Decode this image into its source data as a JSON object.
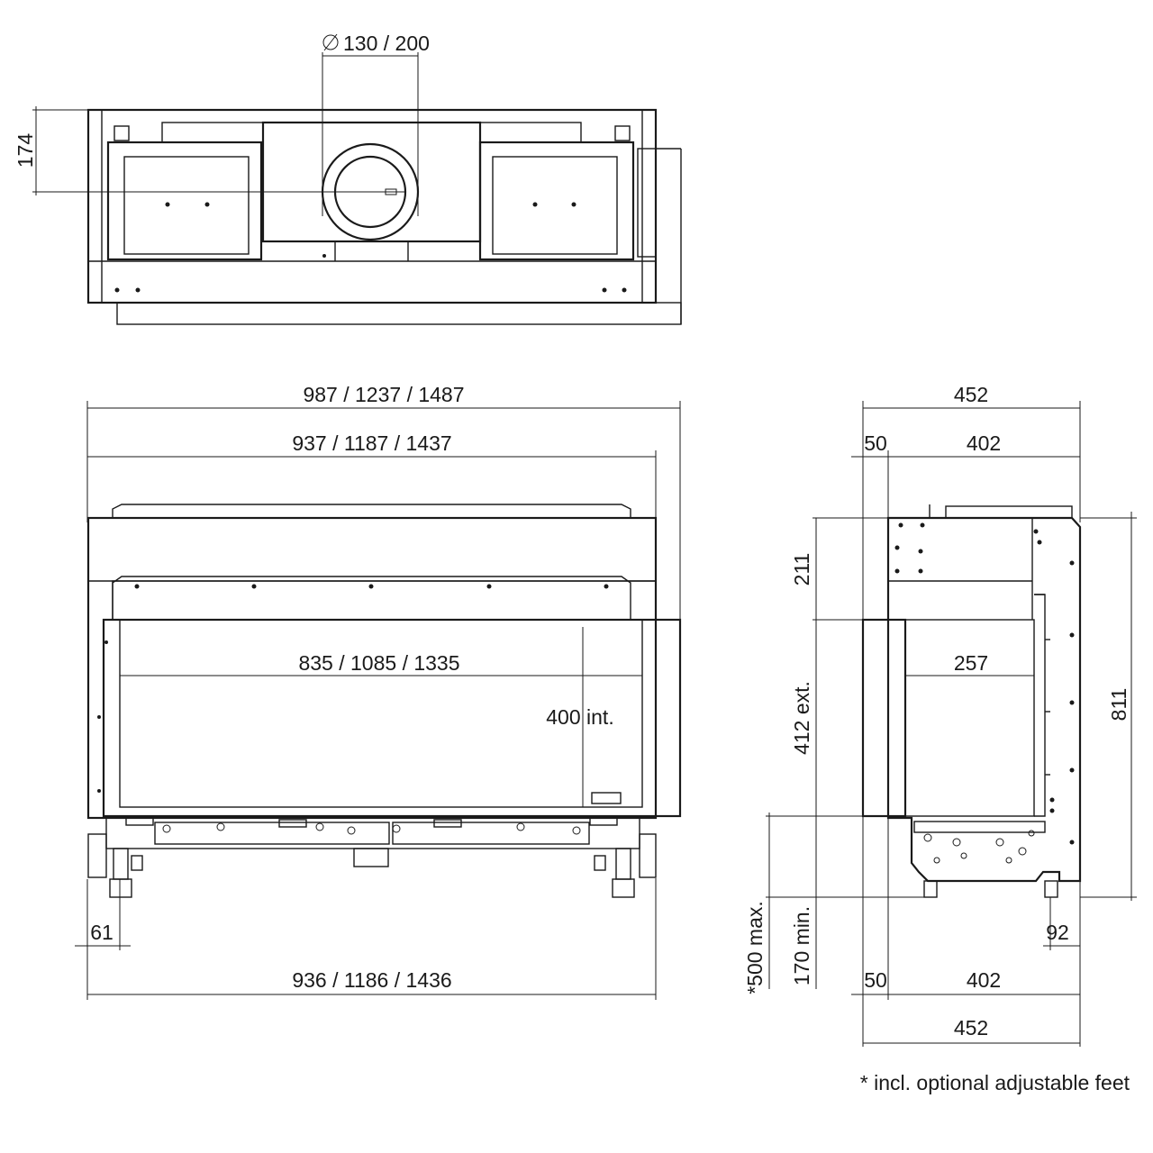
{
  "top_view": {
    "flue_diameter": "130 / 200",
    "height_174": "174"
  },
  "front_view": {
    "outer_width": "987 / 1237 / 1487",
    "frame_width": "937 / 1187 / 1437",
    "glass_width": "835 / 1085 / 1335",
    "glass_height": "400 int.",
    "foot_offset": "61",
    "base_width": "936 / 1186 / 1436"
  },
  "side_view": {
    "depth_total_top": "452",
    "depth_front_top": "50",
    "depth_body_top": "402",
    "top_section": "211",
    "glass_ext": "412 ext.",
    "inner_depth": "257",
    "total_height": "811",
    "feet_max": "*500 max.",
    "feet_min": "170 min.",
    "foot_offset": "92",
    "depth_front_bottom": "50",
    "depth_body_bottom": "402",
    "depth_total_bottom": "452"
  },
  "footnote": "* incl. optional adjustable feet"
}
